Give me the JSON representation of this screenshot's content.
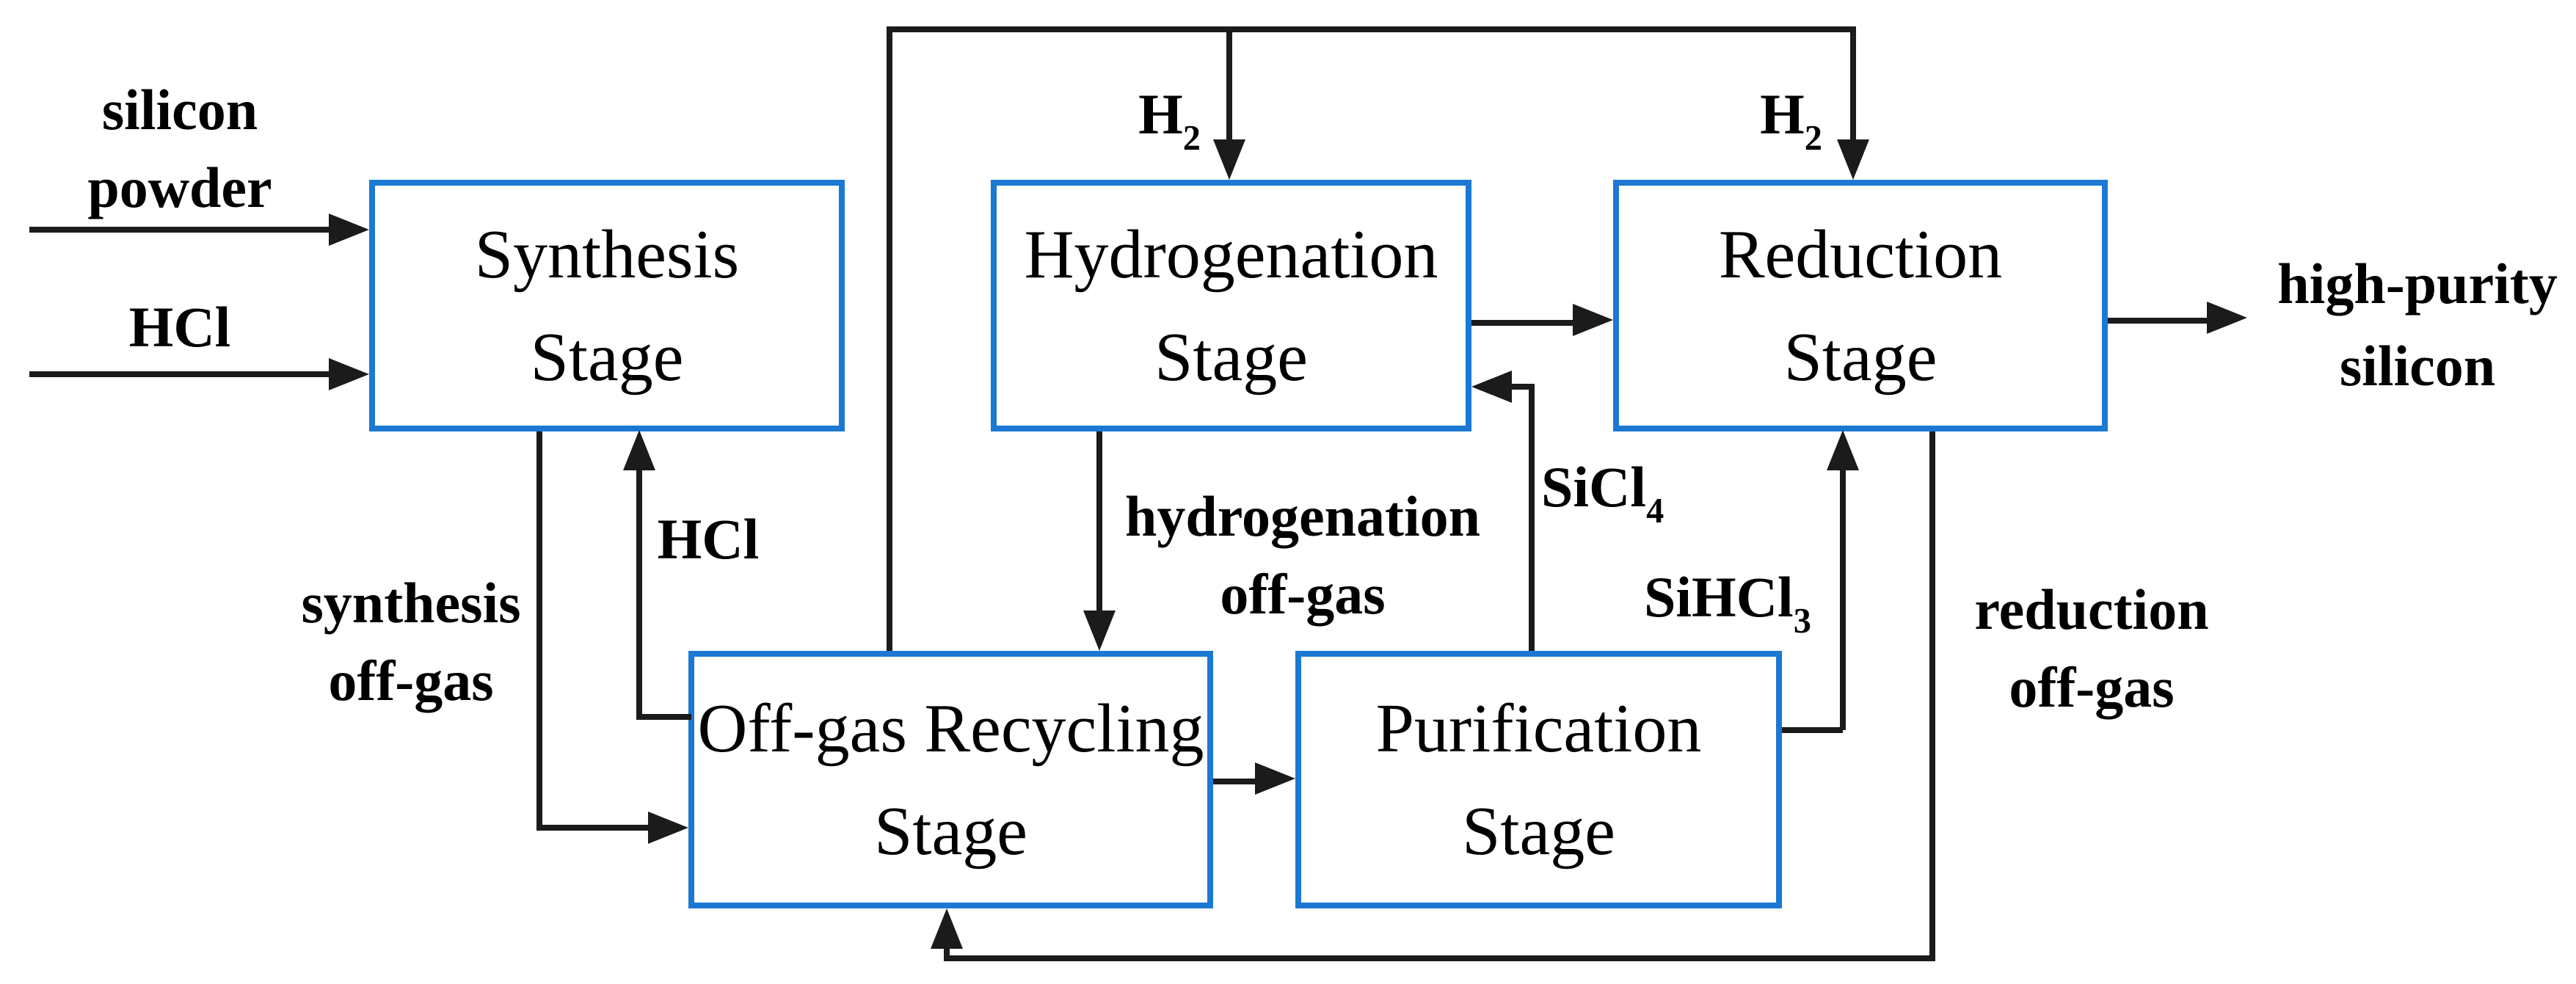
{
  "diagram": {
    "title": "polysilicon production process flow",
    "colors": {
      "box_border": "#1b79d3",
      "line": "#1b1b1b",
      "text": "#000000",
      "background": "#ffffff"
    },
    "boxes": [
      {
        "id": "synthesis",
        "line1": "Synthesis",
        "line2": "Stage"
      },
      {
        "id": "hydrogenation",
        "line1": "Hydrogenation",
        "line2": "Stage"
      },
      {
        "id": "reduction",
        "line1": "Reduction",
        "line2": "Stage"
      },
      {
        "id": "offgas_recycling",
        "line1": "Off-gas Recycling",
        "line2": "Stage"
      },
      {
        "id": "purification",
        "line1": "Purification",
        "line2": "Stage"
      }
    ],
    "labels": {
      "silicon_powder": {
        "line1": "silicon",
        "line2": "powder"
      },
      "hcl_feed": "HCl",
      "h2_left": {
        "main": "H",
        "sub": "2"
      },
      "h2_right": {
        "main": "H",
        "sub": "2"
      },
      "high_purity_silicon": {
        "line1": "high-purity",
        "line2": "silicon"
      },
      "synthesis_offgas": {
        "line1": "synthesis",
        "line2": "off-gas"
      },
      "hcl_recycle": "HCl",
      "hydrogenation_offgas": {
        "line1": "hydrogenation",
        "line2": "off-gas"
      },
      "sicl4": {
        "main": "SiCl",
        "sub": "4"
      },
      "sihcl3": {
        "main": "SiHCl",
        "sub": "3"
      },
      "reduction_offgas": {
        "line1": "reduction",
        "line2": "off-gas"
      }
    },
    "flows": [
      "silicon powder -> Synthesis Stage",
      "HCl -> Synthesis Stage",
      "Synthesis Stage -> (synthesis off-gas) -> Off-gas Recycling Stage",
      "Off-gas Recycling Stage -> (HCl) -> Synthesis Stage",
      "Off-gas Recycling Stage -> (H2) -> Hydrogenation Stage",
      "Off-gas Recycling Stage -> (H2) -> Reduction Stage",
      "Hydrogenation Stage -> Reduction Stage",
      "Hydrogenation Stage -> (hydrogenation off-gas) -> Off-gas Recycling Stage",
      "Off-gas Recycling Stage -> Purification Stage",
      "Purification Stage -> (SiCl4) -> Hydrogenation Stage",
      "Purification Stage -> (SiHCl3) -> Reduction Stage",
      "Reduction Stage -> (reduction off-gas) -> Off-gas Recycling Stage",
      "Reduction Stage -> high-purity silicon"
    ]
  }
}
